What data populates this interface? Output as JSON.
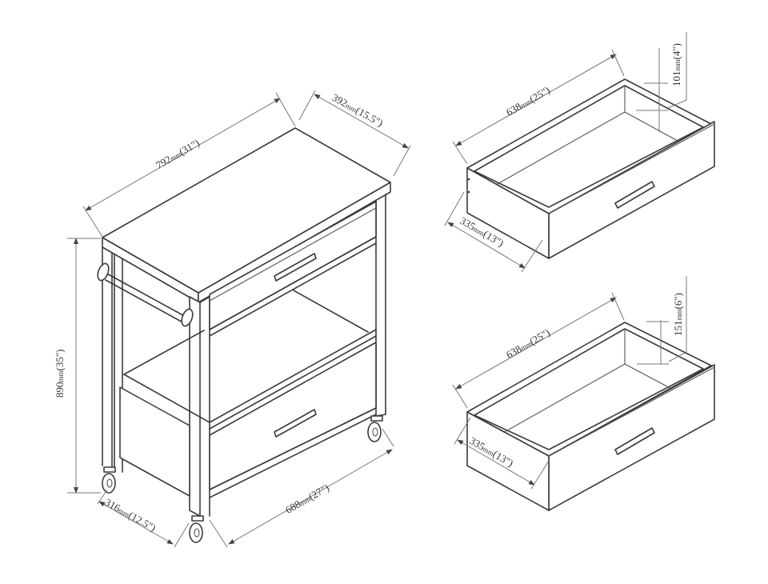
{
  "diagram": {
    "type": "technical-dimension-drawing",
    "subject": "kitchen cart with two drawers and towel bar",
    "cart": {
      "width_top": {
        "mm": "792",
        "unit": "mm",
        "inch": "(31\")"
      },
      "depth_top": {
        "mm": "392",
        "unit": "mm",
        "inch": "(15.5\")"
      },
      "height": {
        "mm": "890",
        "unit": "mm",
        "inch": "(35\")"
      },
      "base_depth": {
        "mm": "316",
        "unit": "mm",
        "inch": "(12.5\")"
      },
      "base_width": {
        "mm": "688",
        "unit": "mm",
        "inch": "(27\")"
      }
    },
    "drawer_top": {
      "length": {
        "mm": "638",
        "unit": "mm",
        "inch": "(25\")"
      },
      "depth": {
        "mm": "335",
        "unit": "mm",
        "inch": "(13\")"
      },
      "height": {
        "mm": "101",
        "unit": "mm",
        "inch": "(4\")"
      }
    },
    "drawer_bottom": {
      "length": {
        "mm": "638",
        "unit": "mm",
        "inch": "(25\")"
      },
      "depth": {
        "mm": "335",
        "unit": "mm",
        "inch": "(13\")"
      },
      "height": {
        "mm": "151",
        "unit": "mm",
        "inch": "(6\")"
      }
    },
    "colors": {
      "line": "#3a3a3a",
      "dimension": "#777777",
      "background": "#ffffff"
    }
  }
}
